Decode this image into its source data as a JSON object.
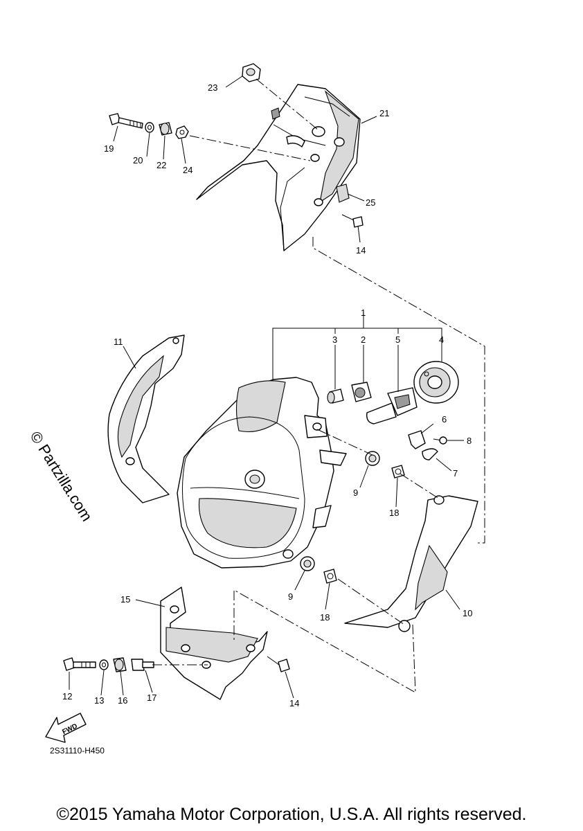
{
  "diagram": {
    "callouts": {
      "c1": "1",
      "c2": "2",
      "c3": "3",
      "c4": "4",
      "c5": "5",
      "c6": "6",
      "c7": "7",
      "c8": "8",
      "c9a": "9",
      "c9b": "9",
      "c10": "10",
      "c11": "11",
      "c12": "12",
      "c13": "13",
      "c14a": "14",
      "c14b": "14",
      "c15": "15",
      "c16": "16",
      "c17": "17",
      "c18a": "18",
      "c18b": "18",
      "c19": "19",
      "c20": "20",
      "c21": "21",
      "c22": "22",
      "c23": "23",
      "c24": "24",
      "c25": "25"
    },
    "diagram_code": "2S31110-H450",
    "fwd_label": "FWD"
  },
  "watermark": "© Partzilla.com",
  "copyright": "©2015 Yamaha Motor Corporation, U.S.A. All rights reserved."
}
